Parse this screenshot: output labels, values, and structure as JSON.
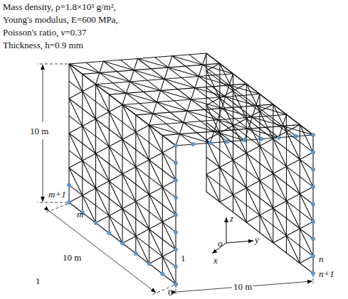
{
  "diagram": {
    "labels": [
      "Mass density, ρ=1.8×10³ g/m²,",
      "Young's modulus, E=600 MPa,",
      "Poisson's ratio, ν=0.37",
      "Thickness, h=0.9 mm",
      "10 m",
      "10 m",
      "10 m",
      "m+1",
      "m",
      "1",
      "1",
      "0",
      "z",
      "y",
      "o",
      "x",
      "n",
      "n+1"
    ]
  }
}
